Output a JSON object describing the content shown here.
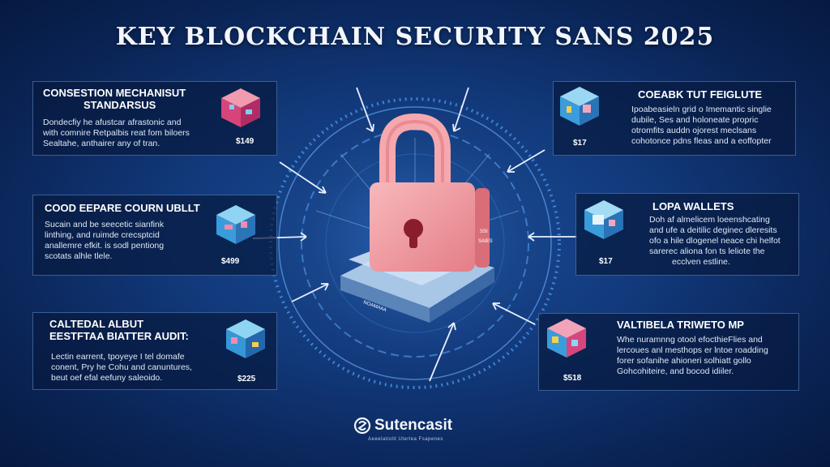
{
  "title": "KEY BLOCKCHAIN SECURITY SANS 2025",
  "panels": [
    {
      "heading_lines": [
        "CONSESTION MECHANISUT",
        "STANDARSUS"
      ],
      "body_lines": [
        "Dondecfiy he afustcar afrastonic and",
        "with comnire Retpalbis reat fom biloers",
        "Sealtahe, anthairer any of tran."
      ],
      "price": "$149"
    },
    {
      "heading_lines": [
        "COOD EEPARE COURN UBLLT"
      ],
      "body_lines": [
        "Sucain and be seecetic sianfink",
        "linthing, and ruimde crecsptcid",
        "anallemre efkit. is sodl pentiong",
        "scotats alhle tlele."
      ],
      "price": "$499"
    },
    {
      "heading_lines": [
        "CALTEDAL ALBUT",
        "EESTFTAA BIATTER AUDIT:"
      ],
      "body_lines": [
        "Lectin earrent, tpoyeye I tel domafe",
        "conent, Pry he Cohu and canuntures,",
        "beut oef efal eefuny saleoido."
      ],
      "price": "$225"
    },
    {
      "heading_lines": [
        "COEABK TUT FEIGLUTE"
      ],
      "body_lines": [
        "Ipoabeasieln grid o Imemantic singlie",
        "dubile, Ses and holoneate propric",
        "otromfits auddn ojorest meclsans",
        "cohotonce pdns fleas and a eoffopter"
      ],
      "price": "$17"
    },
    {
      "heading_lines": [
        "LOPA WALLETS"
      ],
      "body_lines": [
        "Doh af almelicem loeenshcating",
        "and ufe a deitilic deginec dleresits",
        "ofo a hile dlogenel neace chi helfot",
        "sarerec aliona fon ts leliote the",
        "ecclven estline."
      ],
      "price": "$17"
    },
    {
      "heading_lines": [
        "VALTIBELA TRIWETO MP"
      ],
      "body_lines": [
        "Whe nuramnng otool efocthieFlies and",
        "lercoues anl mesthops er lntoe roadding",
        "forer sofanihe ahioneri solhiatt gollo",
        "Gohcohiteire, and bocod idiiler."
      ],
      "price": "$518"
    }
  ],
  "center": {
    "lock_labels": [
      "SSI",
      "SAIES"
    ],
    "base_label": "NOAMAAA"
  },
  "brand": {
    "name": "Sutencasit",
    "tagline": "Aeeelatiolit Uterlea Fsapenes"
  },
  "colors": {
    "background": "#123a7c",
    "ring": "#3f8ae0",
    "lock_body": "#f3a1a6",
    "base": "#8fb3d9"
  }
}
